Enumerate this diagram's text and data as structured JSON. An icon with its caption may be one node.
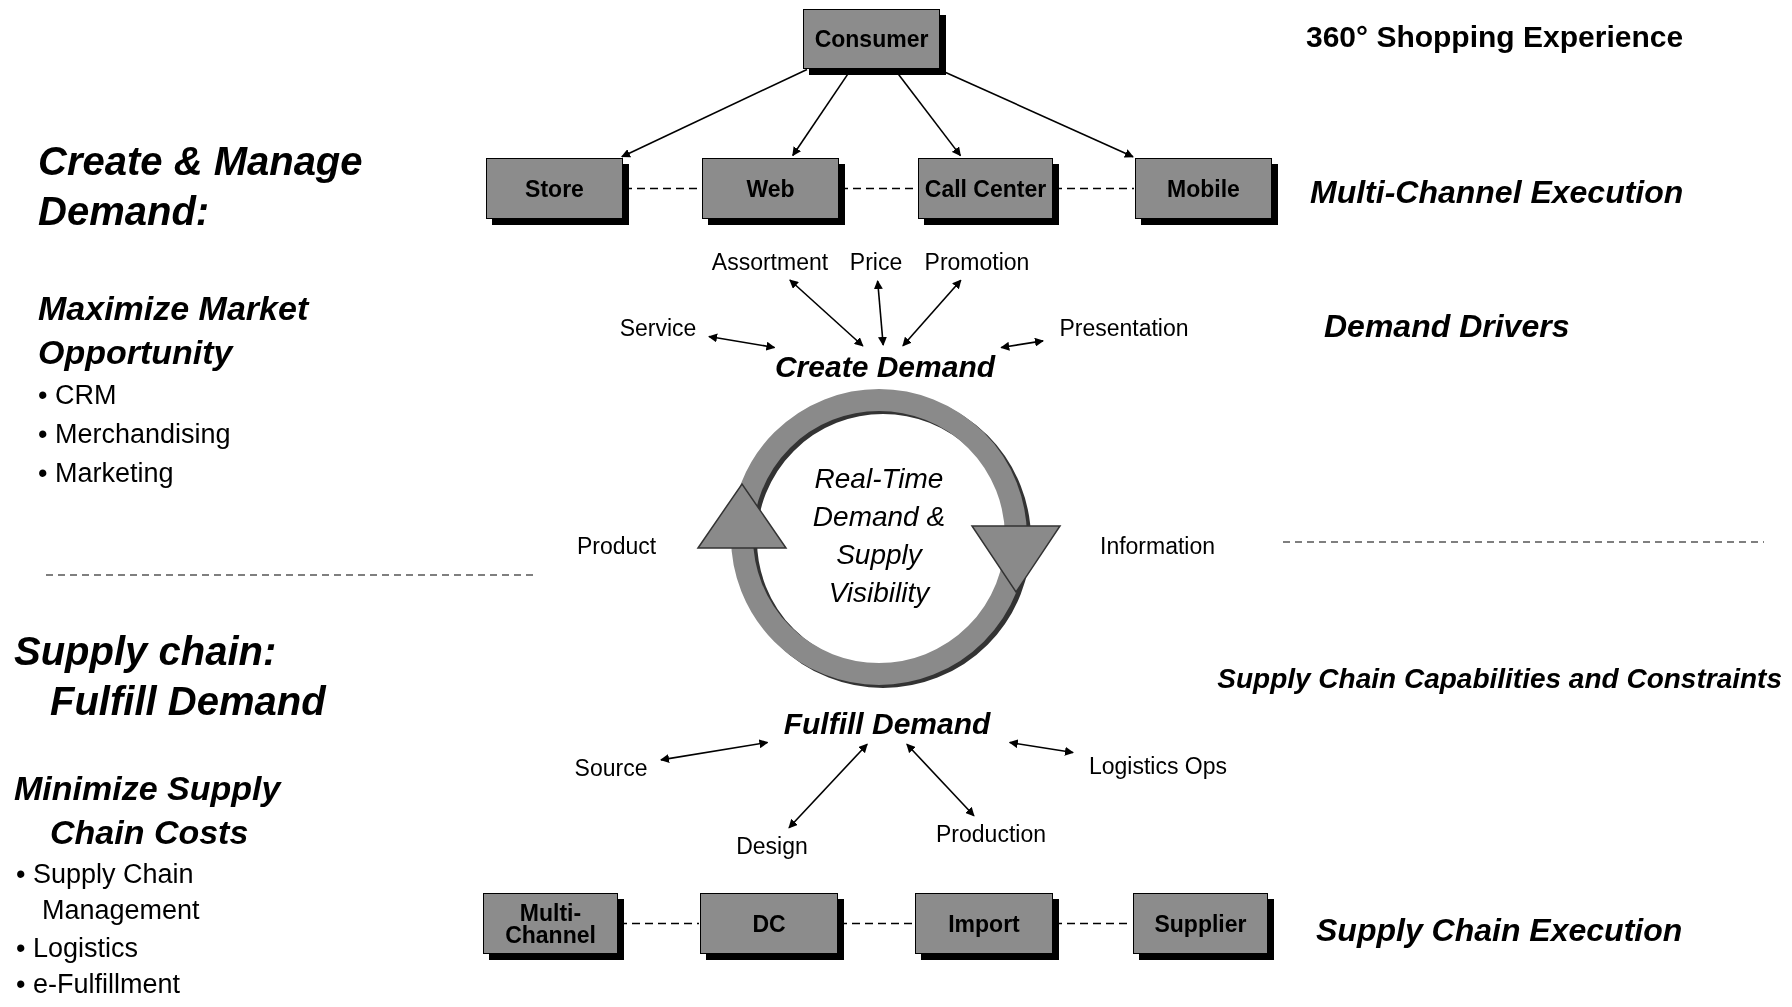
{
  "diagram": {
    "nodes": [
      {
        "text": [
          "Consumer"
        ]
      },
      {
        "text": [
          "Store"
        ]
      },
      {
        "text": [
          "Web"
        ]
      },
      {
        "text": [
          "Call Center"
        ]
      },
      {
        "text": [
          "Mobile"
        ]
      },
      {
        "text": [
          "Assortment"
        ]
      },
      {
        "text": [
          "Price"
        ]
      },
      {
        "text": [
          "Promotion"
        ]
      },
      {
        "text": [
          "Service"
        ]
      },
      {
        "text": [
          "Presentation"
        ]
      },
      {
        "text": [
          "Create Demand"
        ]
      },
      {
        "text": [
          "Real-Time Demand & Supply Visibility"
        ]
      },
      {
        "text": [
          "Fulfill Demand"
        ]
      },
      {
        "text": [
          "Source"
        ]
      },
      {
        "text": [
          "Design"
        ]
      },
      {
        "text": [
          "Production"
        ]
      },
      {
        "text": [
          "Logistics Ops"
        ]
      },
      {
        "text": [
          "Multi-Channel"
        ]
      },
      {
        "text": [
          "DC"
        ]
      },
      {
        "text": [
          "Import"
        ]
      },
      {
        "text": [
          "Supplier"
        ]
      }
    ],
    "edges": [
      {
        "from": 0,
        "to": 1,
        "arrow": "to"
      },
      {
        "from": 0,
        "to": 2,
        "arrow": "to"
      },
      {
        "from": 0,
        "to": 3,
        "arrow": "to"
      },
      {
        "from": 0,
        "to": 4,
        "arrow": "to"
      },
      {
        "from": 1,
        "to": 2,
        "arrow": "none",
        "style": "dashed"
      },
      {
        "from": 2,
        "to": 3,
        "arrow": "none",
        "style": "dashed"
      },
      {
        "from": 3,
        "to": 4,
        "arrow": "none",
        "style": "dashed"
      },
      {
        "from": 5,
        "to": 10,
        "arrow": "both"
      },
      {
        "from": 6,
        "to": 10,
        "arrow": "both"
      },
      {
        "from": 7,
        "to": 10,
        "arrow": "both"
      },
      {
        "from": 8,
        "to": 10,
        "arrow": "both"
      },
      {
        "from": 9,
        "to": 10,
        "arrow": "both"
      },
      {
        "from": 13,
        "to": 12,
        "arrow": "both"
      },
      {
        "from": 14,
        "to": 12,
        "arrow": "both"
      },
      {
        "from": 15,
        "to": 12,
        "arrow": "both"
      },
      {
        "from": 16,
        "to": 12,
        "arrow": "both"
      },
      {
        "from": 17,
        "to": 18,
        "arrow": "none",
        "style": "dashed"
      },
      {
        "from": 18,
        "to": 19,
        "arrow": "none",
        "style": "dashed"
      },
      {
        "from": 19,
        "to": 20,
        "arrow": "none",
        "style": "dashed"
      }
    ],
    "labels": [
      "360° Shopping Experience",
      "Create & Manage Demand:",
      "Multi-Channel Execution",
      "Maximize Market Opportunity",
      "• CRM",
      "• Merchandising",
      "• Marketing",
      "Demand Drivers",
      "Product",
      "Information",
      "Supply chain: Fulfill Demand",
      "Supply Chain Capabilities and Constraints",
      "Minimize Supply Chain Costs",
      "• Supply Chain Management",
      "• Logistics",
      "• e-Fulfillment",
      "Supply Chain Execution"
    ]
  }
}
